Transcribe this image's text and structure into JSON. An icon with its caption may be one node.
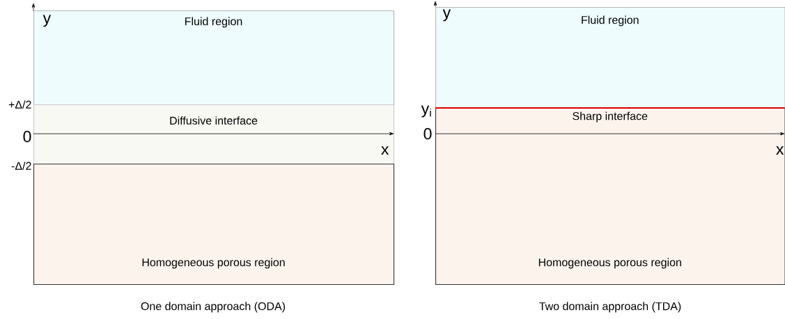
{
  "diagram": {
    "nodes": [
      {
        "text": [
          "Fluid region"
        ]
      },
      {
        "text": [
          "Diffusive interface"
        ]
      },
      {
        "text": [
          "Homogeneous porous region"
        ]
      },
      {
        "text": [
          "Fluid region"
        ]
      },
      {
        "text": [
          "Sharp interface",
          "Homogeneous porous region"
        ]
      }
    ],
    "labels": [
      "y",
      "+Δ/2",
      "0",
      "-Δ/2",
      "x",
      "One domain approach (ODA)",
      "y",
      "y$_{i}$",
      "0",
      "x",
      "Two domain approach (TDA)"
    ]
  }
}
